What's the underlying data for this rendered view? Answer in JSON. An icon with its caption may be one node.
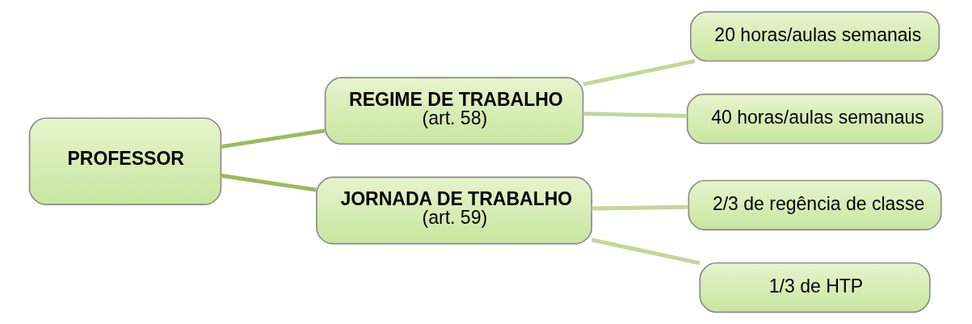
{
  "diagram": {
    "nodes": [
      {
        "text": [
          "PROFESSOR"
        ]
      },
      {
        "text": [
          "REGIME DE TRABALHO",
          "(art. 58)"
        ]
      },
      {
        "text": [
          "JORNADA DE TRABALHO",
          "(art. 59)"
        ]
      },
      {
        "text": [
          "20 horas/aulas semanais"
        ]
      },
      {
        "text": [
          "40 horas/aulas semanaus"
        ]
      },
      {
        "text": [
          "2/3 de regência de classe"
        ]
      },
      {
        "text": [
          "1/3 de HTP"
        ]
      }
    ],
    "edges": [
      {
        "from": 0,
        "to": 1,
        "arrow": "none",
        "color": "#9bbb59"
      },
      {
        "from": 0,
        "to": 2,
        "arrow": "none",
        "color": "#9bbb59"
      },
      {
        "from": 1,
        "to": 3,
        "arrow": "none",
        "color": "#c3d69b"
      },
      {
        "from": 1,
        "to": 4,
        "arrow": "none",
        "color": "#c3d69b"
      },
      {
        "from": 2,
        "to": 5,
        "arrow": "none",
        "color": "#c3d69b"
      },
      {
        "from": 2,
        "to": 6,
        "arrow": "none",
        "color": "#c3d69b"
      }
    ]
  }
}
